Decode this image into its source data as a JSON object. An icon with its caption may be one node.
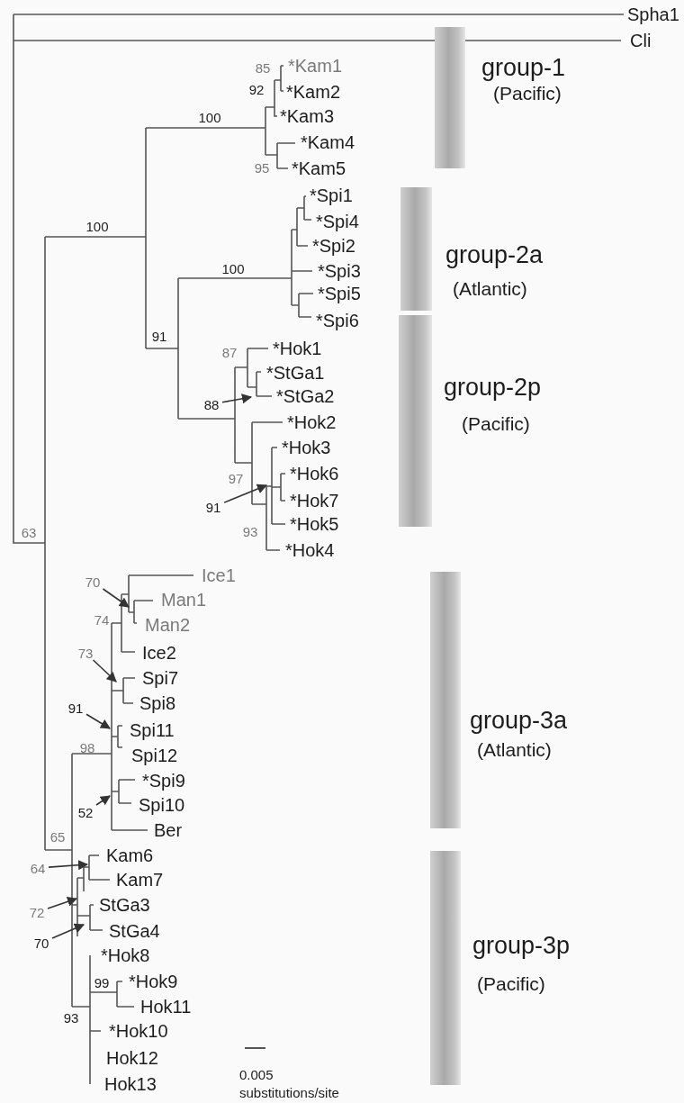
{
  "diagram": {
    "nodes": [
      {
        "text": [],
        "shape": "bar",
        "beside": [
          "group-1",
          "(Pacific)"
        ]
      },
      {
        "text": [],
        "shape": "bar",
        "beside": [
          "group-2a",
          "(Atlantic)"
        ]
      },
      {
        "text": [],
        "shape": "bar",
        "beside": [
          "group-2p",
          "(Pacific)"
        ]
      },
      {
        "text": [
          "88"
        ]
      },
      {
        "text": [
          "91"
        ]
      },
      {
        "text": [],
        "shape": "bar",
        "beside": [
          "group-3a",
          "(Atlantic)"
        ]
      },
      {
        "text": [
          "70"
        ]
      },
      {
        "text": [
          "73"
        ]
      },
      {
        "text": [
          "91"
        ]
      },
      {
        "text": [
          "52"
        ]
      },
      {
        "text": [],
        "shape": "bar",
        "beside": [
          "group-3p",
          "(Pacific)"
        ]
      },
      {
        "text": [
          "64"
        ]
      },
      {
        "text": [
          "72"
        ]
      },
      {
        "text": [
          "70"
        ]
      }
    ],
    "edges": [
      {
        "from": 3,
        "to": null,
        "arrow": "to"
      },
      {
        "from": 4,
        "to": null,
        "arrow": "to"
      },
      {
        "from": 6,
        "to": null,
        "arrow": "to"
      },
      {
        "from": 7,
        "to": null,
        "arrow": "to"
      },
      {
        "from": 8,
        "to": null,
        "arrow": "to"
      },
      {
        "from": 9,
        "to": null,
        "arrow": "to"
      },
      {
        "from": 11,
        "to": null,
        "arrow": "to"
      },
      {
        "from": 12,
        "to": null,
        "arrow": "to"
      },
      {
        "from": 13,
        "to": null,
        "arrow": "to"
      }
    ],
    "labels": [
      "Spha1",
      "Cli",
      "*Kam1",
      "85",
      "92",
      "*Kam2",
      "100",
      "*Kam3",
      "*Kam4",
      "95",
      "*Kam5",
      "*Spi1",
      "*Spi4",
      "100",
      "*Spi2",
      "100",
      "*Spi3",
      "*Spi5",
      "*Spi6",
      "91",
      "87",
      "*Hok1",
      "*StGa1",
      "*StGa2",
      "*Hok2",
      "*Hok3",
      "*Hok6",
      "97",
      "*Hok7",
      "*Hok5",
      "93",
      "63",
      "*Hok4",
      "Ice1",
      "Man1",
      "74",
      "Man2",
      "Ice2",
      "Spi7",
      "Spi8",
      "Spi11",
      "98",
      "Spi12",
      "*Spi9",
      "Spi10",
      "Ber",
      "65",
      "Kam6",
      "Kam7",
      "StGa3",
      "StGa4",
      "*Hok8",
      "*Hok9",
      "99",
      "Hok11",
      "93",
      "*Hok10",
      "Hok12",
      "Hok13",
      "0.005",
      "substitutions/site"
    ]
  }
}
